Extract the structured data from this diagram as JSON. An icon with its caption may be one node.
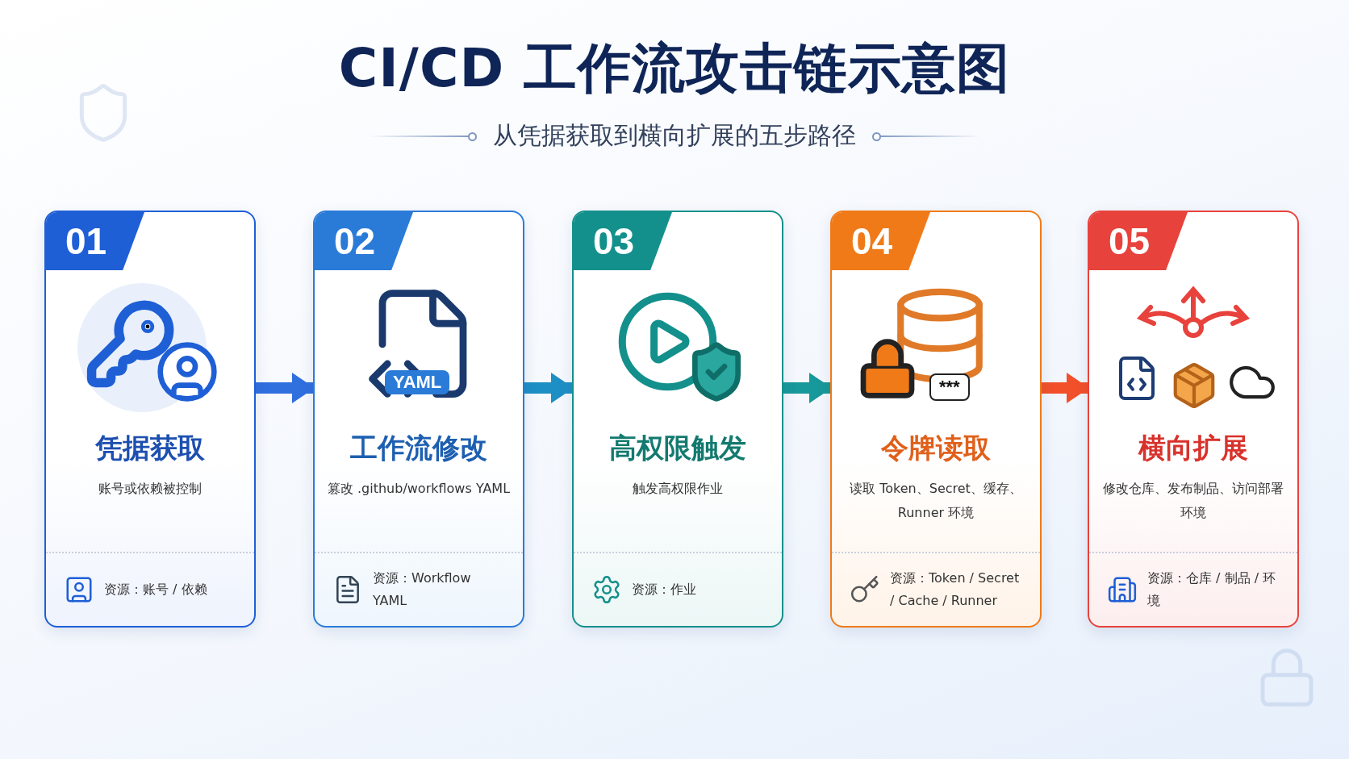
{
  "diagram": {
    "title": "CI/CD 工作流攻击链示意图",
    "nodes": [
      {
        "text": [
          "01",
          "凭据获取",
          "账号或依赖被控制",
          "资源：账号 / 依赖"
        ]
      },
      {
        "text": [
          "02",
          "工作流修改",
          "篡改 .github/workflows YAML",
          "资源：Workflow YAML"
        ]
      },
      {
        "text": [
          "03",
          "高权限触发",
          "触发高权限作业",
          "资源：作业"
        ]
      },
      {
        "text": [
          "04",
          "令牌读取",
          "读取 Token、Secret、缓存、Runner 环境",
          "资源：Token / Secret / Cache / Runner"
        ]
      },
      {
        "text": [
          "05",
          "横向扩展",
          "修改仓库、发布制品、访问部署环境",
          "资源：仓库 / 制品 / 环境"
        ]
      }
    ],
    "edges": [
      {
        "from": 0,
        "to": 1,
        "arrow": "to",
        "color": "#2f6fde"
      },
      {
        "from": 1,
        "to": 2,
        "arrow": "to",
        "color": "#1e8fc4"
      },
      {
        "from": 2,
        "to": 3,
        "arrow": "to",
        "color": "#17989a"
      },
      {
        "from": 3,
        "to": 4,
        "arrow": "to",
        "color": "#f2502a"
      }
    ],
    "labels": [
      "从凭据获取到横向扩展的五步路径",
      "YAML",
      "***"
    ]
  }
}
